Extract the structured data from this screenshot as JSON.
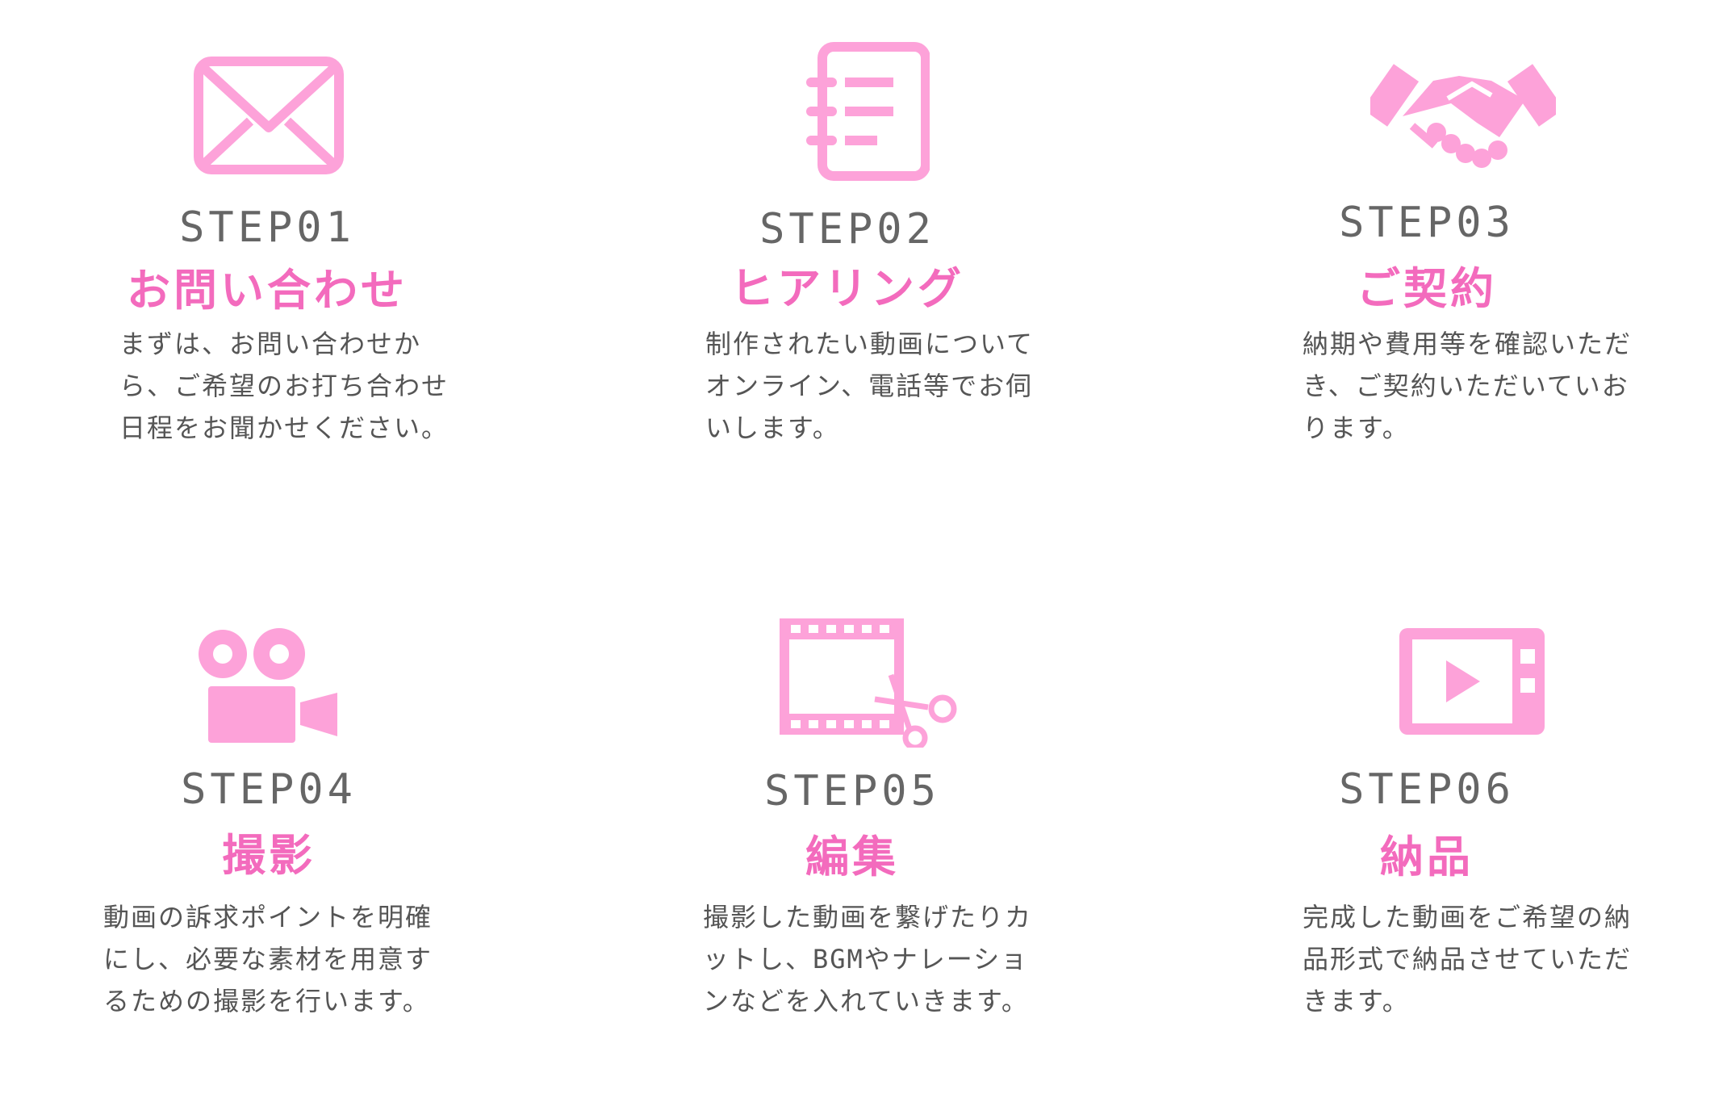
{
  "accent_color": "#fda2d9",
  "title_color": "#f36bbd",
  "steps": [
    {
      "label": "STEP01",
      "title": "お問い合わせ",
      "description": "まずは、お問い合わせか\nら、ご希望のお打ち合わせ\n日程をお聞かせください。",
      "icon": "envelope-icon"
    },
    {
      "label": "STEP02",
      "title": "ヒアリング",
      "description": "制作されたい動画について\nオンライン、電話等でお伺\nいします。",
      "icon": "notebook-icon"
    },
    {
      "label": "STEP03",
      "title": "ご契約",
      "description": "納期や費用等を確認いただ\nき、ご契約いただいていお\nります。",
      "icon": "handshake-icon"
    },
    {
      "label": "STEP04",
      "title": "撮影",
      "description": "動画の訴求ポイントを明確\nにし、必要な素材を用意す\nるための撮影を行います。",
      "icon": "video-camera-icon"
    },
    {
      "label": "STEP05",
      "title": "編集",
      "description": "撮影した動画を繋げたりカ\nットし、BGMやナレーショ\nンなどを入れていきます。",
      "icon": "film-scissors-icon"
    },
    {
      "label": "STEP06",
      "title": "納品",
      "description": "完成した動画をご希望の納\n品形式で納品させていただ\nきます。",
      "icon": "monitor-play-icon"
    }
  ]
}
